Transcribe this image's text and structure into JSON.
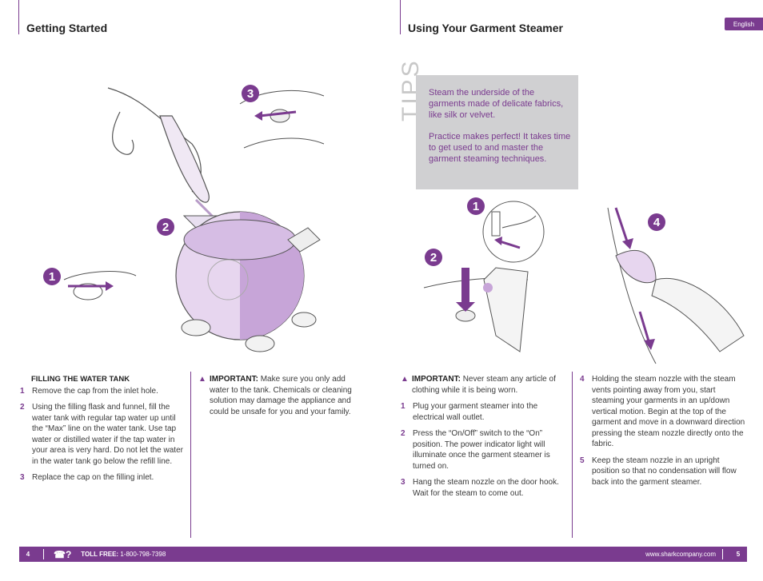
{
  "left_heading": "Getting Started",
  "right_heading": "Using Your Garment Steamer",
  "language": "English",
  "tips_label": "TIPS",
  "tips": [
    "Steam the underside of the garments made of delicate fabrics, like silk or velvet.",
    "Practice makes perfect! It takes time to get used to and master the garment steaming techniques."
  ],
  "badges": {
    "left_1": "1",
    "left_2": "2",
    "left_3": "3",
    "right_1": "1",
    "right_2": "2",
    "right_4": "4"
  },
  "filling": {
    "title": "FILLING THE WATER TANK",
    "steps": [
      {
        "n": "1",
        "text": "Remove the cap from the inlet hole."
      },
      {
        "n": "2",
        "text": "Using the filling flask and funnel, fill the water tank with regular tap water up until the “Max” line on the water tank. Use tap water or distilled water if the tap water in your area is very hard. Do not let the water in the water tank go below the refill line."
      },
      {
        "n": "3",
        "text": "Replace the cap on the filling inlet."
      }
    ]
  },
  "important_left": {
    "label": "IMPORTANT:",
    "text": " Make sure you only add water to the tank. Chemicals or cleaning solution may damage the appliance and could be unsafe for you and your family."
  },
  "using": {
    "important_label": "IMPORTANT:",
    "important_text": " Never steam any article of clothing while it is being worn.",
    "steps_a": [
      {
        "n": "1",
        "text": "Plug your garment steamer into the electrical wall outlet."
      },
      {
        "n": "2",
        "text": "Press the “On/Off” switch to the “On” position. The power indicator light will illuminate once the garment steamer is turned on."
      },
      {
        "n": "3",
        "text": "Hang the steam nozzle on the door hook. Wait for the steam to come out."
      }
    ],
    "steps_b": [
      {
        "n": "4",
        "text": "Holding the steam nozzle with the steam vents pointing away from you, start steaming your garments in an up/down vertical motion. Begin at the top of the garment and move in a downward direction pressing the steam nozzle directly onto the fabric."
      },
      {
        "n": "5",
        "text": "Keep the steam nozzle in an upright position so that no condensation will flow back into the garment steamer."
      }
    ]
  },
  "footer": {
    "page_left": "4",
    "toll_label": "TOLL FREE:",
    "toll_number": " 1-800-798-7398",
    "website": "www.sharkcompany.com",
    "page_right": "5"
  },
  "colors": {
    "accent": "#7a3b8f",
    "tips_bg": "#d0d0d2"
  }
}
